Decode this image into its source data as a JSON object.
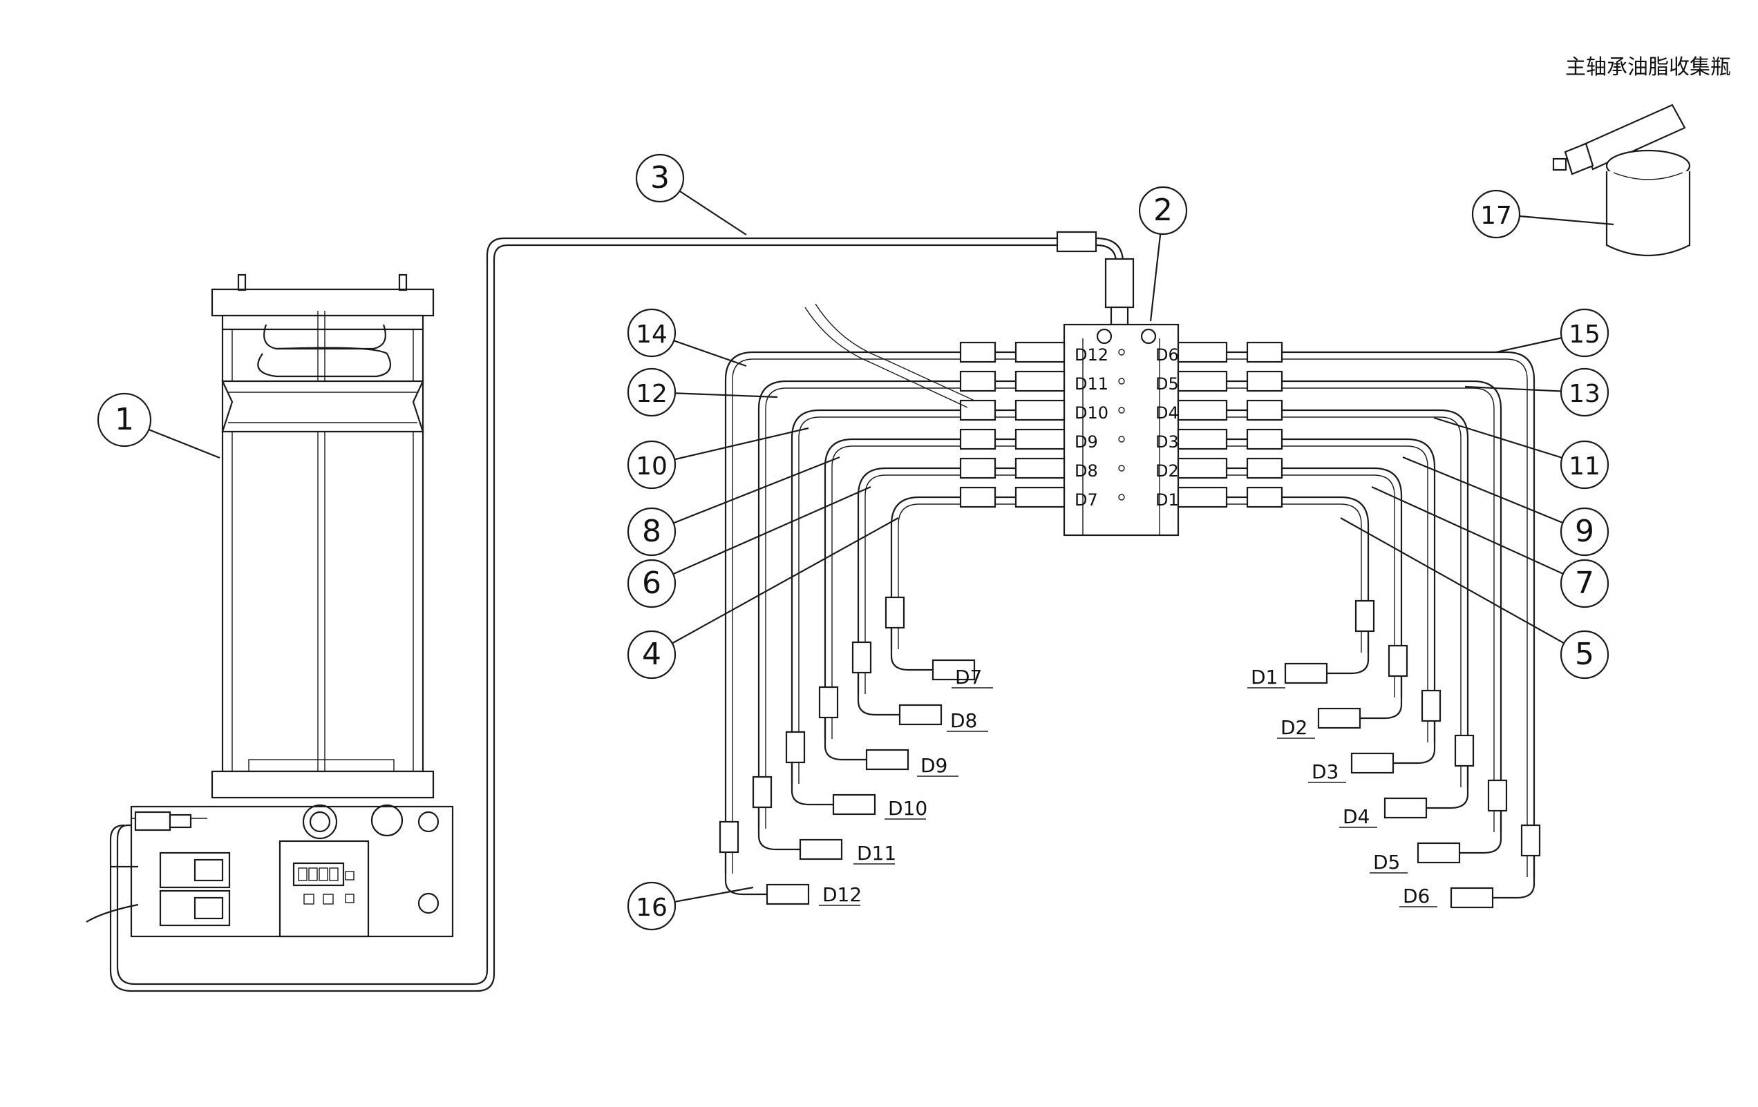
{
  "diagram": {
    "caption": "主轴承油脂收集瓶",
    "callouts": [
      "1",
      "2",
      "3",
      "4",
      "5",
      "6",
      "7",
      "8",
      "9",
      "10",
      "11",
      "12",
      "13",
      "14",
      "15",
      "16",
      "17"
    ],
    "block_labels_left": [
      "D12",
      "D11",
      "D10",
      "D9",
      "D8",
      "D7"
    ],
    "block_labels_right": [
      "D6",
      "D5",
      "D4",
      "D3",
      "D2",
      "D1"
    ],
    "outlet_tags_left": [
      "D7",
      "D8",
      "D9",
      "D10",
      "D11",
      "D12"
    ],
    "outlet_tags_right": [
      "D1",
      "D2",
      "D3",
      "D4",
      "D5",
      "D6"
    ]
  }
}
